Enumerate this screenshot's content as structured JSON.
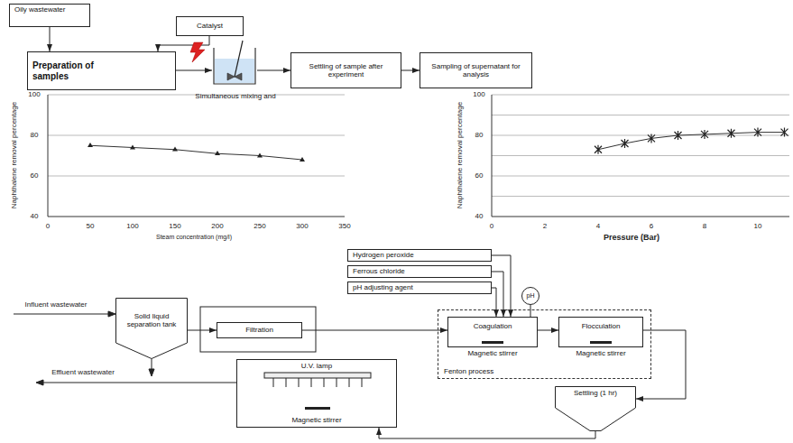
{
  "diagram": {
    "nodes": [
      {
        "text": [
          "Oily wastewater"
        ]
      },
      {
        "text": [
          "Catalyst"
        ]
      },
      {
        "text": [
          "Preparation of samples"
        ]
      },
      {
        "text": [
          "Simultaneous mixing and"
        ]
      },
      {
        "text": [
          "Settling of sample after experiment"
        ]
      },
      {
        "text": [
          "Sampling of supernatant for analysis"
        ]
      },
      {
        "text": [
          "Solid liquid separation tank"
        ]
      },
      {
        "text": [
          "Filtration"
        ]
      },
      {
        "text": [
          "Fenton process"
        ]
      },
      {
        "text": [
          "Coagulation",
          "Magnetic stirrer"
        ],
        "in": 8
      },
      {
        "text": [
          "Flocculation",
          "Magnetic stirrer"
        ],
        "in": 8
      },
      {
        "text": [
          "Hydrogen peroxide"
        ]
      },
      {
        "text": [
          "Ferrous chloride"
        ]
      },
      {
        "text": [
          "pH adjusting agent"
        ]
      },
      {
        "text": [
          "pH"
        ]
      },
      {
        "text": [
          "Settling (1 hr)"
        ]
      },
      {
        "text": [
          "U.V. lamp",
          "Magnetic stirrer"
        ]
      }
    ],
    "edges": [
      {
        "from": 0,
        "to": 2,
        "arrow": "to"
      },
      {
        "from": 1,
        "to": 2,
        "arrow": "to"
      },
      {
        "from": 2,
        "to": 3,
        "arrow": "to"
      },
      {
        "from": 3,
        "to": 4,
        "arrow": "to"
      },
      {
        "from": 4,
        "to": 5,
        "arrow": "to"
      },
      {
        "from": 6,
        "to": 7,
        "arrow": "to"
      },
      {
        "from": 7,
        "to": 9,
        "arrow": "to"
      },
      {
        "from": 9,
        "to": 10,
        "arrow": "to"
      },
      {
        "from": 10,
        "to": 15,
        "arrow": "to"
      },
      {
        "from": 11,
        "to": 9,
        "arrow": "to"
      },
      {
        "from": 12,
        "to": 9,
        "arrow": "to"
      },
      {
        "from": 13,
        "to": 9,
        "arrow": "to"
      },
      {
        "from": 14,
        "to": 9,
        "arrow": "none"
      },
      {
        "from": 15,
        "to": 16,
        "arrow": "to"
      }
    ],
    "labels": [
      "Naphthalene removal percentage",
      "100",
      "80",
      "60",
      "40",
      "0",
      "50",
      "100",
      "150",
      "200",
      "250",
      "300",
      "350",
      "Steam concentration (mg/l)",
      "Naphthalene removal percentage",
      "100",
      "80",
      "60",
      "40",
      "0",
      "2",
      "4",
      "6",
      "8",
      "10",
      "Pressure (Bar)",
      "Influent wastewater",
      "Effluent wastewater"
    ]
  }
}
